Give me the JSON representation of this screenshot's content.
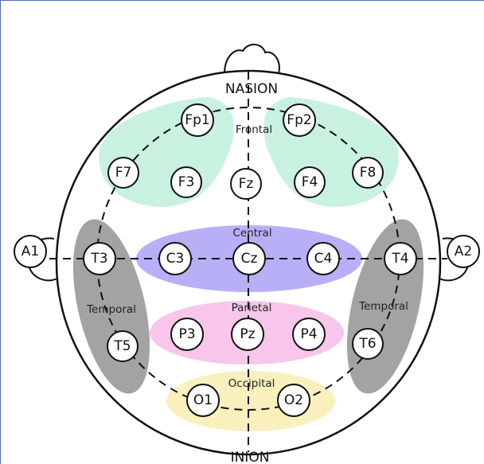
{
  "landmarks": {
    "nasion": "NASION",
    "inion": "INION"
  },
  "regions": {
    "frontal": "Frontal",
    "central": "Central",
    "parietal": "Parietal",
    "temporal_left": "Temporal",
    "temporal_right": "Temporal",
    "occipital": "Occipital"
  },
  "electrodes": {
    "fp1": "Fp1",
    "fp2": "Fp2",
    "f7": "F7",
    "f3": "F3",
    "fz": "Fz",
    "f4": "F4",
    "f8": "F8",
    "a1": "A1",
    "t3": "T3",
    "c3": "C3",
    "cz": "Cz",
    "c4": "C4",
    "t4": "T4",
    "a2": "A2",
    "t5": "T5",
    "p3": "P3",
    "pz": "Pz",
    "p4": "P4",
    "t6": "T6",
    "o1": "O1",
    "o2": "O2"
  },
  "colors": {
    "frontal": "#c8f2df",
    "central": "#b7b0f7",
    "parietal": "#f7c6ea",
    "temporal": "#a3a3a3",
    "occipital": "#faf0bd",
    "outline": "#111111"
  }
}
